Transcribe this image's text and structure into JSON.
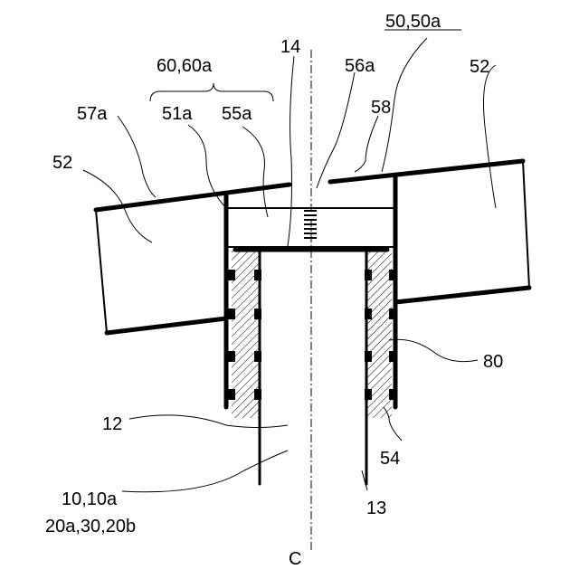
{
  "labels": {
    "assembly": "50,50a",
    "group": "60,60a",
    "ref_14": "14",
    "ref_56a": "56a",
    "ref_52_right": "52",
    "ref_57a": "57a",
    "ref_51a": "51a",
    "ref_55a": "55a",
    "ref_58": "58",
    "ref_52_left": "52",
    "ref_80": "80",
    "ref_12": "12",
    "ref_54": "54",
    "ref_13": "13",
    "ref_10_line1": "10,10a",
    "ref_10_line2": "20a,30,20b",
    "axis": "C"
  },
  "colors": {
    "line": "#000000",
    "background": "#ffffff"
  }
}
